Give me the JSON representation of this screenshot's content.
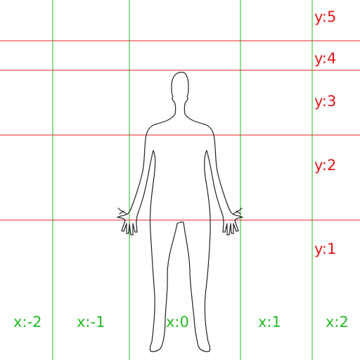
{
  "grid": {
    "vertical_line_color": "#22bb22",
    "horizontal_line_color": "#dd2222",
    "y_labels": [
      "y:5",
      "y:4",
      "y:3",
      "y:2",
      "y:1"
    ],
    "x_labels": [
      "x:-2",
      "x:-1",
      "x:0",
      "x:1",
      "x:2"
    ]
  },
  "figure": {
    "icon": "human-body-outline-front",
    "stroke_color": "#222222"
  }
}
